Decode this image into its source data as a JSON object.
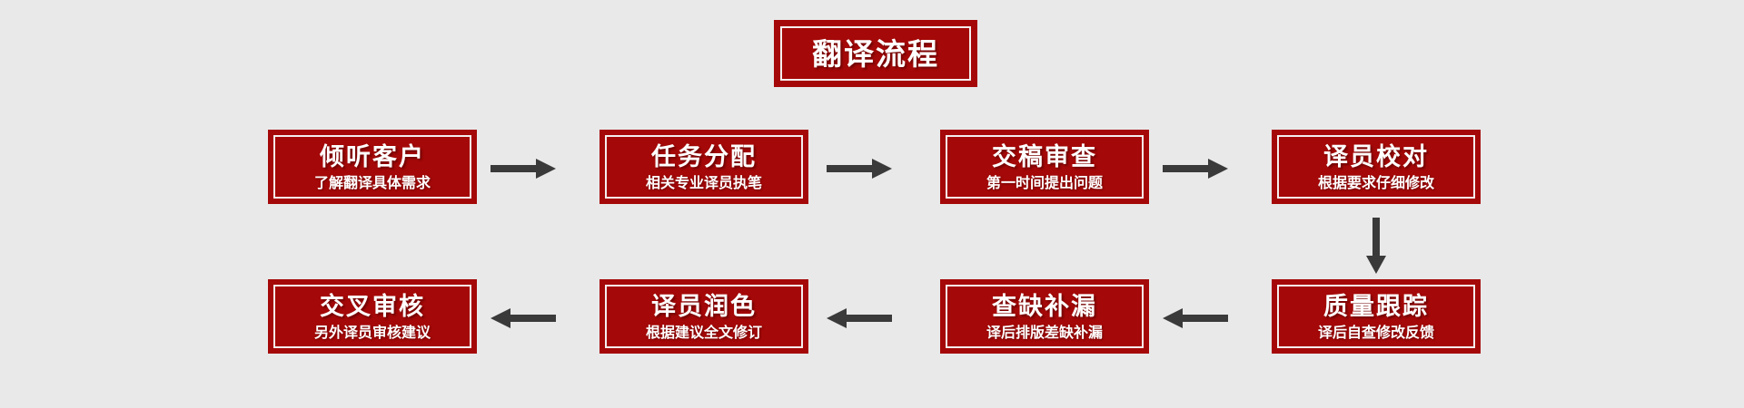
{
  "diagram": {
    "title": "翻译流程",
    "background_color": "#e9e9e9",
    "box_color": "#a50808",
    "box_border_color": "#f5eeee",
    "arrow_color": "#3a3a3a",
    "text_color": "#ffffff",
    "steps": [
      {
        "id": 1,
        "title": "倾听客户",
        "subtitle": "了解翻译具体需求"
      },
      {
        "id": 2,
        "title": "任务分配",
        "subtitle": "相关专业译员执笔"
      },
      {
        "id": 3,
        "title": "交稿审查",
        "subtitle": "第一时间提出问题"
      },
      {
        "id": 4,
        "title": "译员校对",
        "subtitle": "根据要求仔细修改"
      },
      {
        "id": 5,
        "title": "质量跟踪",
        "subtitle": "译后自查修改反馈"
      },
      {
        "id": 6,
        "title": "查缺补漏",
        "subtitle": "译后排版差缺补漏"
      },
      {
        "id": 7,
        "title": "译员润色",
        "subtitle": "根据建议全文修订"
      },
      {
        "id": 8,
        "title": "交叉审核",
        "subtitle": "另外译员审核建议"
      }
    ],
    "connectors": [
      {
        "id": "a1",
        "direction": "right",
        "from": 1,
        "to": 2
      },
      {
        "id": "a2",
        "direction": "right",
        "from": 2,
        "to": 3
      },
      {
        "id": "a3",
        "direction": "right",
        "from": 3,
        "to": 4
      },
      {
        "id": "a4",
        "direction": "down",
        "from": 4,
        "to": 5
      },
      {
        "id": "a5",
        "direction": "left",
        "from": 5,
        "to": 6
      },
      {
        "id": "a6",
        "direction": "left",
        "from": 6,
        "to": 7
      },
      {
        "id": "a7",
        "direction": "left",
        "from": 7,
        "to": 8
      }
    ]
  }
}
